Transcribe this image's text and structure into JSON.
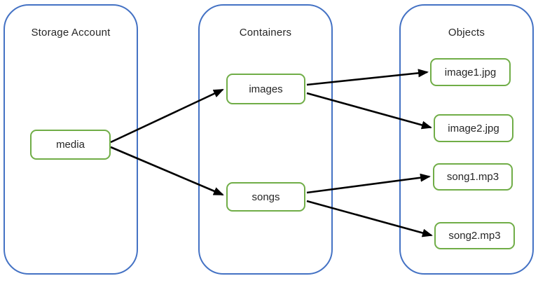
{
  "diagram": {
    "type": "hierarchy-diagram",
    "colors": {
      "column_border": "#4472C4",
      "node_border": "#70AD47",
      "arrow": "#000000",
      "text": "#262626",
      "background": "#ffffff"
    },
    "columns": [
      {
        "title": "Storage Account",
        "nodes": [
          {
            "label": "media"
          }
        ]
      },
      {
        "title": "Containers",
        "nodes": [
          {
            "label": "images"
          },
          {
            "label": "songs"
          }
        ]
      },
      {
        "title": "Objects",
        "nodes": [
          {
            "label": "image1.jpg"
          },
          {
            "label": "image2.jpg"
          },
          {
            "label": "song1.mp3"
          },
          {
            "label": "song2.mp3"
          }
        ]
      }
    ],
    "edges": [
      {
        "from": "media",
        "to": "images"
      },
      {
        "from": "media",
        "to": "songs"
      },
      {
        "from": "images",
        "to": "image1.jpg"
      },
      {
        "from": "images",
        "to": "image2.jpg"
      },
      {
        "from": "songs",
        "to": "song1.mp3"
      },
      {
        "from": "songs",
        "to": "song2.mp3"
      }
    ]
  }
}
